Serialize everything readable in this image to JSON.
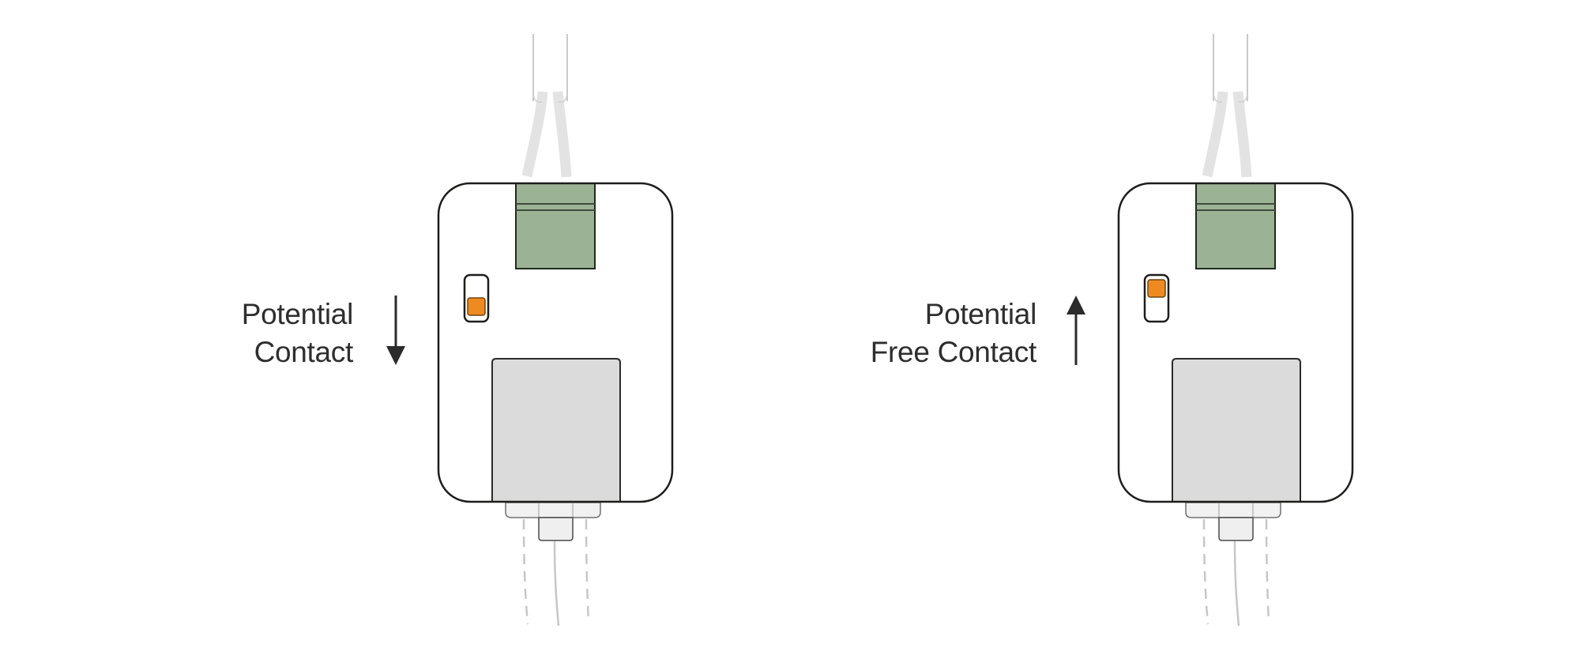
{
  "labels": {
    "left": {
      "line1": "Potential",
      "line2": "Contact",
      "arrow_direction": "down"
    },
    "right": {
      "line1": "Potential",
      "line2": "Free Contact",
      "arrow_direction": "up"
    }
  },
  "devices": {
    "left": {
      "switch_state": "down"
    },
    "right": {
      "switch_state": "up"
    }
  },
  "colors": {
    "background": "#ffffff",
    "terminal_block_green": "#9cb294",
    "indicator_orange": "#ee8a1f",
    "outline_dark": "#1d1d1b",
    "module_gray": "#dbdbdb",
    "connector_light_gray": "#f1f1f1",
    "cable_gray": "#c9c9c9",
    "text_color": "#2e2e2e"
  }
}
